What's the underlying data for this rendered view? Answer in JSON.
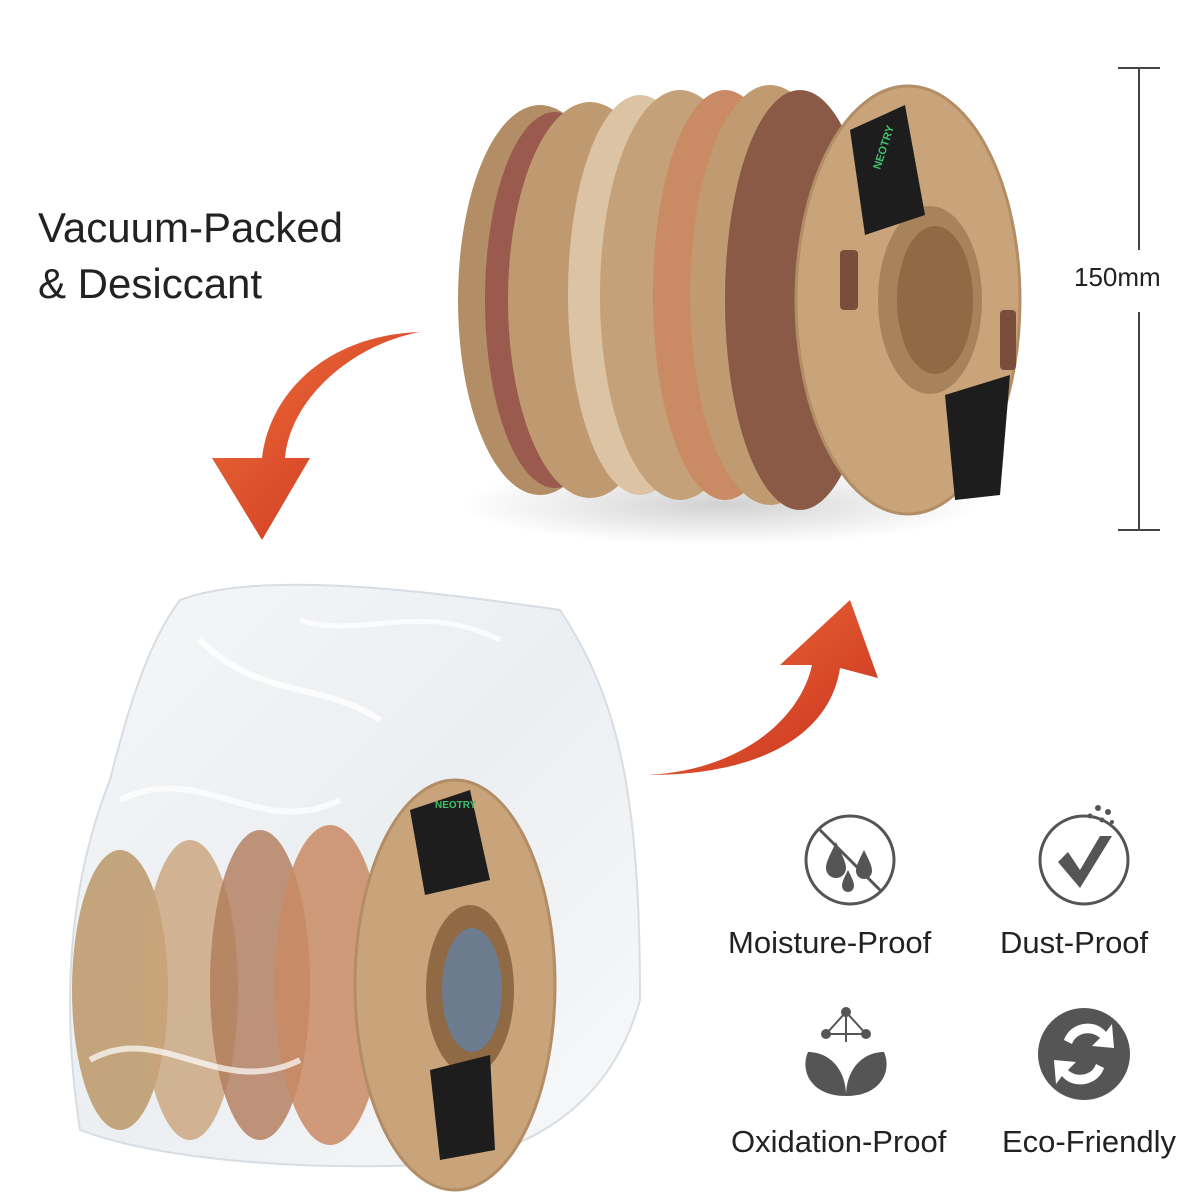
{
  "headline": {
    "line1": "Vacuum-Packed",
    "line2": "& Desiccant"
  },
  "dimension": {
    "label": "150mm"
  },
  "brand": {
    "name": "NEOTRY"
  },
  "features": [
    {
      "label": "Moisture-Proof",
      "icon": "no-water-drops-icon"
    },
    {
      "label": "Dust-Proof",
      "icon": "dust-shield-icon"
    },
    {
      "label": "Oxidation-Proof",
      "icon": "molecule-leaf-icon"
    },
    {
      "label": "Eco-Friendly",
      "icon": "recycle-icon"
    }
  ],
  "colors": {
    "arrow": "#e04a2a",
    "icon_gray": "#555555",
    "cardboard": "#c9a47a",
    "filament_1": "#9a5a4e",
    "filament_2": "#dcc3a3",
    "filament_3": "#c98a64",
    "filament_4": "#8a5a46"
  }
}
